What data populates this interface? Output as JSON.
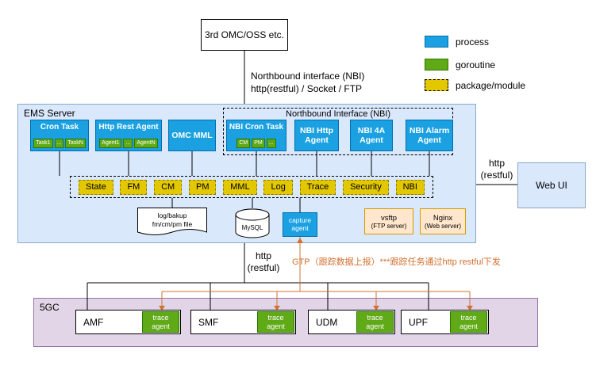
{
  "colors": {
    "process_fill": "#1ba1e2",
    "goroutine_fill": "#60a917",
    "package_fill": "#e3c800",
    "container_blue": "#dae8fc",
    "core_purple": "#e1d5e7",
    "server_peach": "#ffe6cc",
    "gtp_orange": "#d2702f"
  },
  "external": {
    "omc_box": "3rd OMC/OSS etc."
  },
  "nbi_link": {
    "line1": "Northbound interface (NBI)",
    "line2": "http(restful) / Socket / FTP"
  },
  "legend": {
    "process": "process",
    "goroutine": "goroutine",
    "package": "package/module"
  },
  "ems": {
    "title": "EMS Server",
    "cron_task": {
      "label": "Cron Task",
      "subs": [
        "Task1",
        "...",
        "TaskN"
      ]
    },
    "http_rest_agent": {
      "label": "Http Rest Agent",
      "subs": [
        "Agent1",
        "...",
        "AgentN"
      ]
    },
    "omc_mml": {
      "label": "OMC MML"
    },
    "nbi_group": {
      "title": "Northbound Interface (NBI)",
      "nbi_cron_task": {
        "label": "NBI Cron Task",
        "subs": [
          "CM",
          "PM",
          "..."
        ]
      },
      "nbi_http_agent": {
        "label": "NBI Http Agent"
      },
      "nbi_4a_agent": {
        "label": "NBI 4A Agent"
      },
      "nbi_alarm_agent": {
        "label": "NBI Alarm Agent"
      }
    },
    "modules": [
      "State",
      "FM",
      "CM",
      "PM",
      "MML",
      "Log",
      "Trace",
      "Security",
      "NBI"
    ],
    "log_file": {
      "line1": "log/bakup",
      "line2": "fm/cm/pm file"
    },
    "mysql": "MySQL",
    "capture_agent": "capture agent",
    "vsftp": {
      "line1": "vsftp",
      "line2": "(FTP server)"
    },
    "nginx": {
      "line1": "Nginx",
      "line2": "(Web server)"
    }
  },
  "web_ui": {
    "label": "Web UI",
    "link_line1": "http",
    "link_line2": "(restful)"
  },
  "south_link": {
    "line1": "http",
    "line2": "(restful)"
  },
  "gtp_note": "GTP（跟踪数据上报）***跟踪任务通过http restful下发",
  "core": {
    "title": "5GC",
    "nfs": [
      {
        "name": "AMF",
        "agent": "trace agent"
      },
      {
        "name": "SMF",
        "agent": "trace agent"
      },
      {
        "name": "UDM",
        "agent": "trace agent"
      },
      {
        "name": "UPF",
        "agent": "trace agent"
      }
    ]
  }
}
